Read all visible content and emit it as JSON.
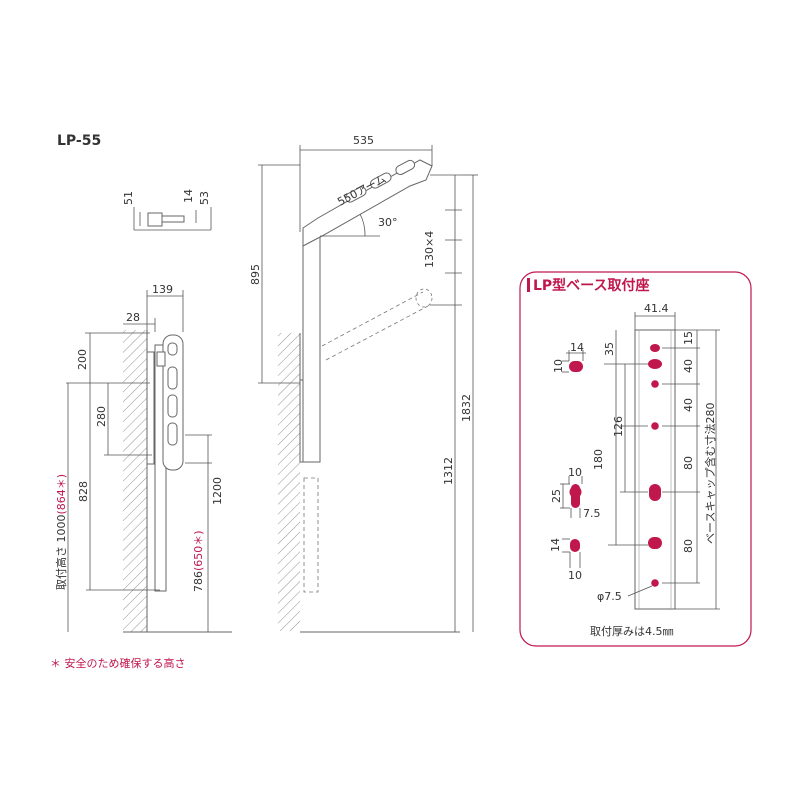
{
  "model": "LP-55",
  "note": "＊ 安全のため確保する高さ",
  "colors": {
    "accent": "#c0174d",
    "line": "#555555"
  },
  "side_small": {
    "d51": "51",
    "d14": "14",
    "d53": "53"
  },
  "side_view": {
    "d139": "139",
    "d28": "28",
    "d200": "200",
    "d280": "280",
    "d828": "828",
    "d1200": "1200",
    "height_label": "取付高さ 1000",
    "height_safe": "(864＊)",
    "low_label": "786",
    "low_safe": "(650＊)"
  },
  "front_view": {
    "d535": "535",
    "arm": "550アーム",
    "angle": "30°",
    "d895": "895",
    "d130x4": "130×4",
    "d1312": "1312",
    "d1832": "1832"
  },
  "base": {
    "title": "LP型ベース取付座",
    "width": "41.4",
    "d15": "15",
    "d35": "35",
    "d40a": "40",
    "d40b": "40",
    "d126": "126",
    "d180": "180",
    "d80a": "80",
    "d80b": "80",
    "total_label": "ベースキャップ含む寸法280",
    "h1w": "14",
    "h1h": "10",
    "h2w": "10",
    "h2h": "25",
    "h2n": "7.5",
    "h3w": "10",
    "h3h": "14",
    "hole": "φ7.5",
    "thickness": "取付厚みは4.5㎜"
  }
}
